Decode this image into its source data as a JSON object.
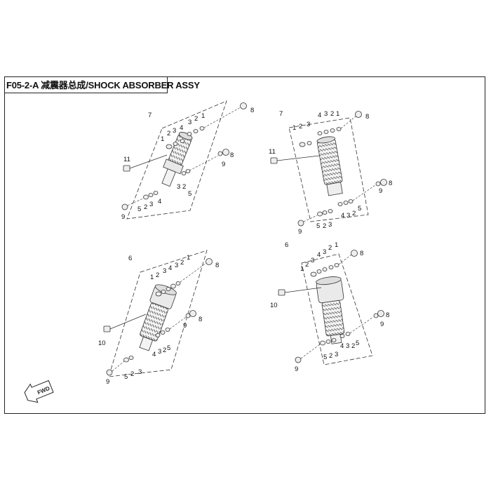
{
  "header": {
    "title": "F05-2-A 减震器总成/SHOCK ABSORBER ASSY"
  },
  "fwd_label": "FWD",
  "assemblies": [
    {
      "id": "upper-left",
      "callouts": [
        "7",
        "1",
        "2",
        "3",
        "4",
        "3",
        "2",
        "1",
        "8",
        "11",
        "3",
        "2",
        "5",
        "9",
        "5",
        "2",
        "3",
        "4",
        "9",
        "8"
      ]
    },
    {
      "id": "upper-right",
      "callouts": [
        "7",
        "1",
        "2",
        "3",
        "4",
        "3",
        "2",
        "1",
        "8",
        "11",
        "9",
        "8",
        "9",
        "5",
        "2",
        "3",
        "4",
        "3",
        "2",
        "5"
      ]
    },
    {
      "id": "lower-left",
      "callouts": [
        "6",
        "1",
        "2",
        "3",
        "4",
        "3",
        "2",
        "1",
        "8",
        "10",
        "9",
        "8",
        "4",
        "3",
        "2",
        "5",
        "9",
        "5",
        "2",
        "3"
      ]
    },
    {
      "id": "lower-right",
      "callouts": [
        "6",
        "1",
        "2",
        "3",
        "4",
        "3",
        "2",
        "1",
        "8",
        "10",
        "9",
        "8",
        "4",
        "3",
        "2",
        "5",
        "9",
        "5",
        "2",
        "3"
      ]
    }
  ]
}
